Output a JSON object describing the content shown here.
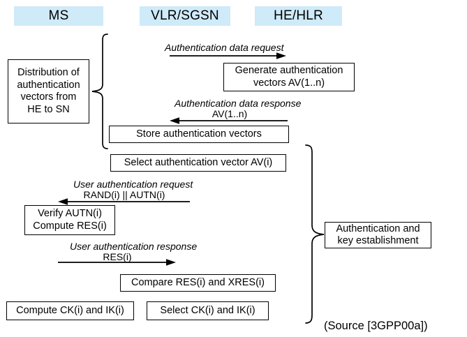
{
  "diagram": {
    "title_note": "(Source [3GPP00a])",
    "colors": {
      "header_fill": "#cfeaf8",
      "stroke": "#000000",
      "background": "#ffffff"
    },
    "headers": [
      {
        "label": "MS"
      },
      {
        "label": "VLR/SGSN"
      },
      {
        "label": "HE/HLR"
      }
    ],
    "phases": [
      {
        "label_line1": "Distribution of",
        "label_line2": "authentication",
        "label_line3": "vectors from",
        "label_line4": "HE to SN"
      },
      {
        "label_line1": "Authentication and",
        "label_line2": "key establishment"
      }
    ],
    "messages": [
      {
        "name": "authentication-data-request",
        "title": "Authentication data request",
        "subtitle": "",
        "direction": "right"
      },
      {
        "name": "authentication-data-response",
        "title": "Authentication data response",
        "subtitle": "AV(1..n)",
        "direction": "left"
      },
      {
        "name": "user-authentication-request",
        "title": "User authentication request",
        "subtitle": "RAND(i) || AUTN(i)",
        "direction": "left"
      },
      {
        "name": "user-authentication-response",
        "title": "User authentication response",
        "subtitle": "RES(i)",
        "direction": "right"
      }
    ],
    "action_boxes": [
      {
        "name": "generate-authentication-vectors",
        "line1": "Generate authentication",
        "line2": "vectors AV(1..n)"
      },
      {
        "name": "store-authentication-vectors",
        "line1": "Store authentication vectors",
        "line2": ""
      },
      {
        "name": "select-authentication-vector",
        "line1": "Select authentication vector AV(i)",
        "line2": ""
      },
      {
        "name": "verify-autn-compute-res",
        "line1": "Verify AUTN(i)",
        "line2": "Compute RES(i)"
      },
      {
        "name": "compare-res-xres",
        "line1": "Compare RES(i) and XRES(i)",
        "line2": ""
      },
      {
        "name": "compute-ck-ik",
        "line1": "Compute CK(i) and IK(i)",
        "line2": ""
      },
      {
        "name": "select-ck-ik",
        "line1": "Select CK(i) and IK(i)",
        "line2": ""
      }
    ]
  }
}
